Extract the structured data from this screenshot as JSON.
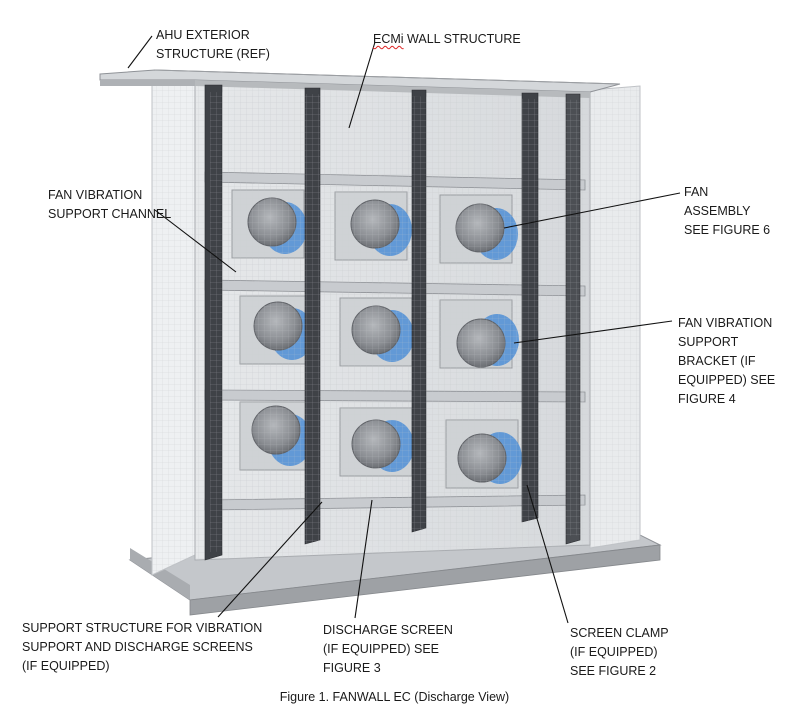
{
  "labels": {
    "ahu_exterior": [
      "AHU EXTERIOR",
      "STRUCTURE (REF)"
    ],
    "ecmi_wall": {
      "prefix": "ECMi",
      "suffix": " WALL STRUCTURE"
    },
    "fan_vibration_channel": [
      "FAN VIBRATION",
      "SUPPORT CHANNEL"
    ],
    "fan_assembly": [
      "FAN",
      "ASSEMBLY",
      "SEE FIGURE 6"
    ],
    "fan_vibration_bracket": [
      "FAN VIBRATION",
      "SUPPORT",
      "BRACKET (IF",
      "EQUIPPED) SEE",
      "FIGURE 4"
    ],
    "support_structure": [
      "SUPPORT STRUCTURE FOR VIBRATION",
      "SUPPORT AND DISCHARGE SCREENS",
      "(IF EQUIPPED)"
    ],
    "discharge_screen": [
      "DISCHARGE SCREEN",
      "(IF EQUIPPED) SEE",
      "FIGURE 3"
    ],
    "screen_clamp": [
      "SCREEN CLAMP",
      "(IF EQUIPPED)",
      "SEE FIGURE 2"
    ]
  },
  "caption": "Figure 1.  FANWALL EC (Discharge View)",
  "colors": {
    "frame": "#b9bcc0",
    "column": "#4a4d52",
    "fan_hub": "#8d9096",
    "fan_blue": "#4f8fd6",
    "leader": "#111111"
  }
}
